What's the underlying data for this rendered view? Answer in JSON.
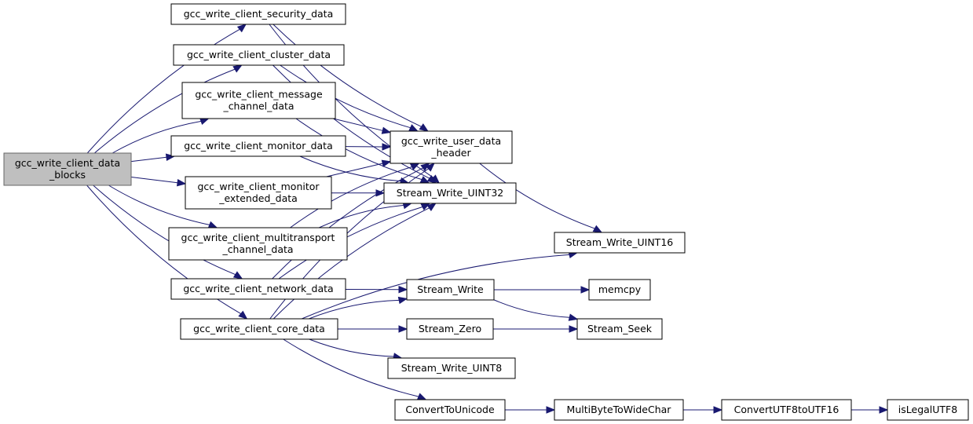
{
  "nodes": [
    {
      "id": "blocks",
      "lines": [
        "gcc_write_client_data",
        "_blocks"
      ],
      "root": true
    },
    {
      "id": "security",
      "lines": [
        "gcc_write_client_security_data"
      ]
    },
    {
      "id": "cluster",
      "lines": [
        "gcc_write_client_cluster_data"
      ]
    },
    {
      "id": "message",
      "lines": [
        "gcc_write_client_message",
        "_channel_data"
      ]
    },
    {
      "id": "monitor",
      "lines": [
        "gcc_write_client_monitor_data"
      ]
    },
    {
      "id": "monitor_ext",
      "lines": [
        "gcc_write_client_monitor",
        "_extended_data"
      ]
    },
    {
      "id": "multitransport",
      "lines": [
        "gcc_write_client_multitransport",
        "_channel_data"
      ]
    },
    {
      "id": "network",
      "lines": [
        "gcc_write_client_network_data"
      ]
    },
    {
      "id": "core",
      "lines": [
        "gcc_write_client_core_data"
      ]
    },
    {
      "id": "user_header",
      "lines": [
        "gcc_write_user_data",
        "_header"
      ]
    },
    {
      "id": "uint32",
      "lines": [
        "Stream_Write_UINT32"
      ]
    },
    {
      "id": "uint16",
      "lines": [
        "Stream_Write_UINT16"
      ]
    },
    {
      "id": "stream_write",
      "lines": [
        "Stream_Write"
      ]
    },
    {
      "id": "memcpy",
      "lines": [
        "memcpy"
      ]
    },
    {
      "id": "stream_zero",
      "lines": [
        "Stream_Zero"
      ]
    },
    {
      "id": "stream_seek",
      "lines": [
        "Stream_Seek"
      ]
    },
    {
      "id": "uint8",
      "lines": [
        "Stream_Write_UINT8"
      ]
    },
    {
      "id": "to_unicode",
      "lines": [
        "ConvertToUnicode"
      ]
    },
    {
      "id": "mb2wc",
      "lines": [
        "MultiByteToWideChar"
      ]
    },
    {
      "id": "utf8to16",
      "lines": [
        "ConvertUTF8toUTF16"
      ]
    },
    {
      "id": "legal_utf8",
      "lines": [
        "isLegalUTF8"
      ]
    }
  ],
  "edges": [
    [
      "blocks",
      "security"
    ],
    [
      "blocks",
      "cluster"
    ],
    [
      "blocks",
      "message"
    ],
    [
      "blocks",
      "monitor"
    ],
    [
      "blocks",
      "monitor_ext"
    ],
    [
      "blocks",
      "multitransport"
    ],
    [
      "blocks",
      "network"
    ],
    [
      "blocks",
      "core"
    ],
    [
      "security",
      "user_header"
    ],
    [
      "security",
      "uint32"
    ],
    [
      "cluster",
      "user_header"
    ],
    [
      "cluster",
      "uint32"
    ],
    [
      "message",
      "user_header"
    ],
    [
      "message",
      "uint32"
    ],
    [
      "monitor",
      "user_header"
    ],
    [
      "monitor",
      "uint32"
    ],
    [
      "monitor_ext",
      "user_header"
    ],
    [
      "monitor_ext",
      "uint32"
    ],
    [
      "multitransport",
      "user_header"
    ],
    [
      "multitransport",
      "uint32"
    ],
    [
      "network",
      "user_header"
    ],
    [
      "network",
      "uint32"
    ],
    [
      "network",
      "stream_write"
    ],
    [
      "core",
      "user_header"
    ],
    [
      "core",
      "uint32"
    ],
    [
      "core",
      "uint16"
    ],
    [
      "core",
      "stream_write"
    ],
    [
      "core",
      "stream_zero"
    ],
    [
      "core",
      "uint8"
    ],
    [
      "core",
      "to_unicode"
    ],
    [
      "user_header",
      "uint16"
    ],
    [
      "stream_write",
      "memcpy"
    ],
    [
      "stream_write",
      "stream_seek"
    ],
    [
      "stream_zero",
      "stream_seek"
    ],
    [
      "to_unicode",
      "mb2wc"
    ],
    [
      "mb2wc",
      "utf8to16"
    ],
    [
      "utf8to16",
      "legal_utf8"
    ]
  ]
}
